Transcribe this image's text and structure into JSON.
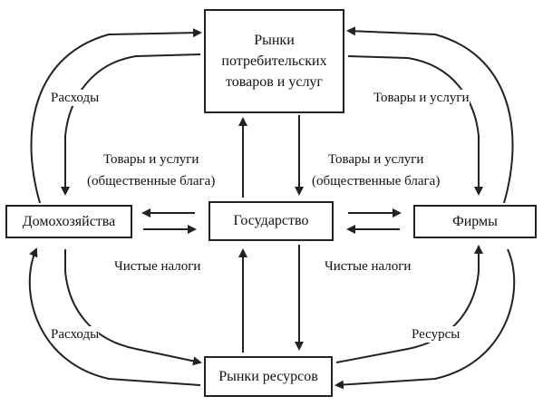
{
  "boxes": {
    "consumer_markets": [
      "Рынки",
      "потребительских",
      "товаров и услуг"
    ],
    "households": "Домохозяйства",
    "government": "Государство",
    "firms": "Фирмы",
    "resource_markets": "Рынки ресурсов"
  },
  "labels": {
    "expenses_top": "Расходы",
    "goods_top": "Товары и услуги",
    "expenses_bottom": "Расходы",
    "resources_bottom": "Ресурсы",
    "gov_goods_left": [
      "Товары и услуги",
      "(общественные блага)"
    ],
    "gov_goods_right": [
      "Товары и услуги",
      "(общественные блага)"
    ],
    "taxes_left": "Чистые налоги",
    "taxes_right": "Чистые налоги"
  },
  "colors": {
    "line": "#222222",
    "background": "#ffffff"
  }
}
